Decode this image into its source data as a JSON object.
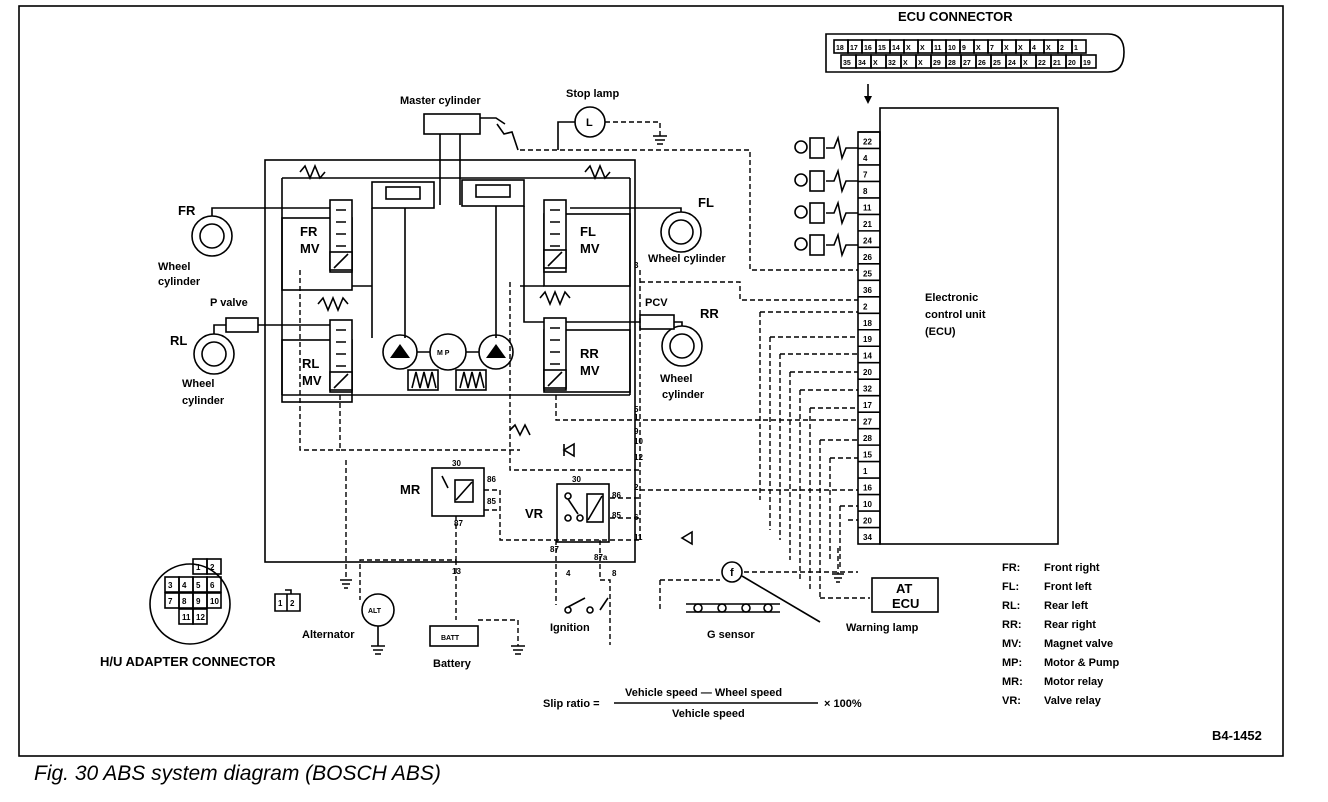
{
  "figure": {
    "caption": "Fig. 30 ABS system diagram (BOSCH ABS)",
    "code": "B4-1452"
  },
  "ecu_connector": {
    "title": "ECU CONNECTOR",
    "top_row": [
      "18",
      "17",
      "16",
      "15",
      "14",
      "X",
      "X",
      "11",
      "10",
      "9",
      "X",
      "7",
      "X",
      "X",
      "4",
      "X",
      "2",
      "1"
    ],
    "bottom_row": [
      "35",
      "34",
      "X",
      "32",
      "X",
      "X",
      "29",
      "28",
      "27",
      "26",
      "25",
      "24",
      "X",
      "22",
      "21",
      "20",
      "19"
    ]
  },
  "labels": {
    "master_cylinder": "Master cylinder",
    "stop_lamp": "Stop lamp",
    "stop_lamp_symbol": "L",
    "fr": "FR",
    "fl": "FL",
    "rl": "RL",
    "rr": "RR",
    "wheel": "Wheel",
    "cylinder": "cylinder",
    "wheel_cylinder": "Wheel cylinder",
    "fr_mv_1": "FR",
    "fr_mv_2": "MV",
    "fl_mv_1": "FL",
    "fl_mv_2": "MV",
    "rl_mv_1": "RL",
    "rl_mv_2": "MV",
    "rr_mv_1": "RR",
    "rr_mv_2": "MV",
    "p_valve": "P valve",
    "pcv": "PCV",
    "mp": "M P",
    "mr": "MR",
    "vr": "VR",
    "ecu_1": "Electronic",
    "ecu_2": "control unit",
    "ecu_3": "(ECU)",
    "alt": "ALT",
    "alternator": "Alternator",
    "batt": "BATT",
    "battery": "Battery",
    "ignition": "Ignition",
    "g_sensor": "G sensor",
    "warning_lamp": "Warning lamp",
    "warning_lamp_symbol": "f",
    "at_ecu_1": "AT",
    "at_ecu_2": "ECU",
    "hu_adapter": "H/U ADAPTER CONNECTOR",
    "mr_pins": [
      "30",
      "86",
      "85",
      "87"
    ],
    "vr_pins": [
      "30",
      "86",
      "85",
      "87",
      "87a"
    ],
    "harness_pins": [
      "3",
      "5",
      "1",
      "9",
      "10",
      "12",
      "2",
      "6",
      "11",
      "13",
      "4",
      "8"
    ]
  },
  "hu_connector": {
    "cells": [
      "1",
      "2",
      "3",
      "4",
      "5",
      "6",
      "7",
      "8",
      "9",
      "10",
      "11",
      "12"
    ],
    "small_connector": [
      "1",
      "2"
    ]
  },
  "ecu_pins": [
    "22",
    "4",
    "7",
    "8",
    "11",
    "21",
    "24",
    "26",
    "25",
    "36",
    "2",
    "18",
    "19",
    "14",
    "20",
    "32",
    "17",
    "27",
    "28",
    "15",
    "1",
    "16",
    "10",
    "20",
    "34"
  ],
  "legend": [
    {
      "abbr": "FR:",
      "text": "Front right"
    },
    {
      "abbr": "FL:",
      "text": "Front left"
    },
    {
      "abbr": "RL:",
      "text": "Rear left"
    },
    {
      "abbr": "RR:",
      "text": "Rear right"
    },
    {
      "abbr": "MV:",
      "text": "Magnet valve"
    },
    {
      "abbr": "MP:",
      "text": "Motor & Pump"
    },
    {
      "abbr": "MR:",
      "text": "Motor relay"
    },
    {
      "abbr": "VR:",
      "text": "Valve relay"
    }
  ],
  "formula": {
    "lhs": "Slip ratio =",
    "numerator": "Vehicle speed — Wheel speed",
    "denominator": "Vehicle speed",
    "rhs": "× 100%"
  }
}
